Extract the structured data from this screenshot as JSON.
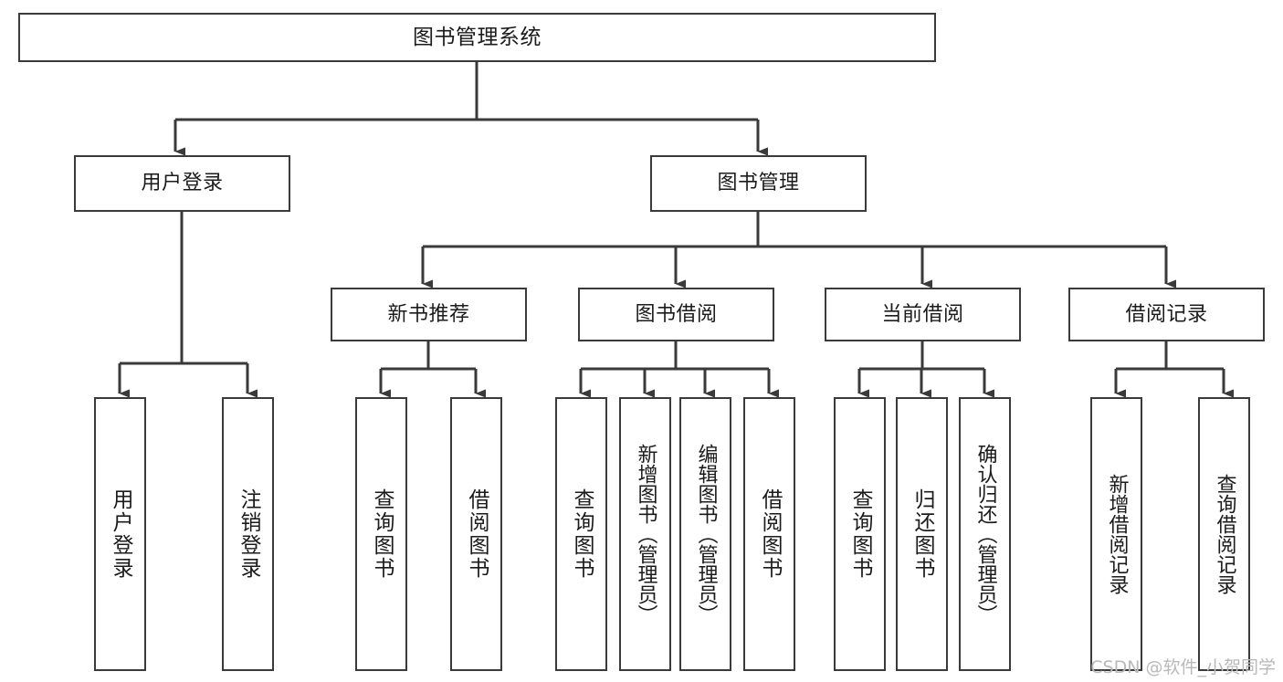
{
  "diagram": {
    "type": "tree",
    "title": "图书管理系统",
    "root": {
      "id": "root",
      "label": "图书管理系统"
    },
    "level2": [
      {
        "id": "user-login",
        "label": "用户登录"
      },
      {
        "id": "book-manage",
        "label": "图书管理"
      }
    ],
    "level3": [
      {
        "id": "new-book-rec",
        "label": "新书推荐",
        "parent": "book-manage"
      },
      {
        "id": "book-borrow",
        "label": "图书借阅",
        "parent": "book-manage"
      },
      {
        "id": "current-borrow",
        "label": "当前借阅",
        "parent": "book-manage"
      },
      {
        "id": "borrow-record",
        "label": "借阅记录",
        "parent": "book-manage"
      }
    ],
    "leaves": {
      "user-login": [
        {
          "id": "leaf-user-login",
          "label": "用户登录"
        },
        {
          "id": "leaf-logout",
          "label": "注销登录"
        }
      ],
      "new-book-rec": [
        {
          "id": "leaf-query-book-1",
          "label": "查询图书"
        },
        {
          "id": "leaf-borrow-book-1",
          "label": "借阅图书"
        }
      ],
      "book-borrow": [
        {
          "id": "leaf-query-book-2",
          "label": "查询图书"
        },
        {
          "id": "leaf-add-book",
          "label": "新增图书（管理员）"
        },
        {
          "id": "leaf-edit-book",
          "label": "编辑图书（管理员）"
        },
        {
          "id": "leaf-borrow-book-2",
          "label": "借阅图书"
        }
      ],
      "current-borrow": [
        {
          "id": "leaf-query-book-3",
          "label": "查询图书"
        },
        {
          "id": "leaf-return-book",
          "label": "归还图书"
        },
        {
          "id": "leaf-confirm-return",
          "label": "确认归还（管理员）"
        }
      ],
      "borrow-record": [
        {
          "id": "leaf-add-record",
          "label": "新增借阅记录"
        },
        {
          "id": "leaf-query-record",
          "label": "查询借阅记录"
        }
      ]
    },
    "colors": {
      "stroke": "#3a3a3a",
      "fill": "#ffffff",
      "text": "#1b1b1b",
      "watermark": "#b9b9b9"
    }
  },
  "watermark": {
    "text": "CSDN @软件_小贺同学"
  }
}
